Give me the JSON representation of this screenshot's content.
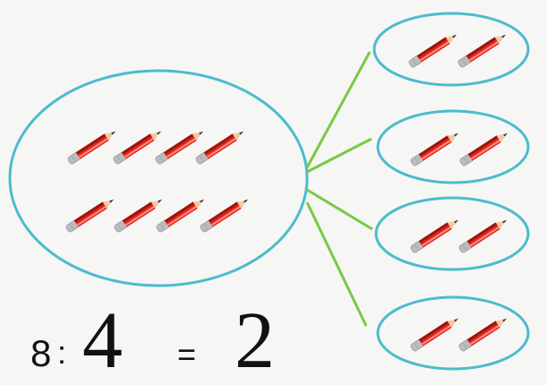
{
  "diagram": {
    "total_pencils": 8,
    "group_count": 4,
    "pencils_per_group": 2,
    "colors": {
      "outline": "#4bbccc",
      "connector": "#79c944",
      "pencil_body": "#e0261f",
      "pencil_dark": "#9e140f",
      "pencil_highlight": "#ff8f80",
      "ferrule": "#c9c9c9",
      "eraser": "#b9bcc2",
      "wood": "#f2c9a0"
    }
  },
  "equation": {
    "dividend": "8",
    "division_sign": ":",
    "divisor": "4",
    "equals_sign": "=",
    "quotient": "2"
  }
}
